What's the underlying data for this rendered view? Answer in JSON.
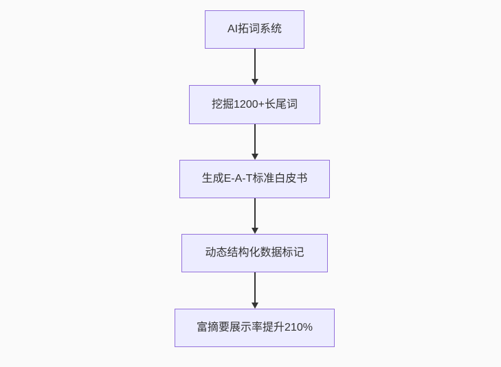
{
  "flowchart": {
    "type": "flowchart-top-down",
    "nodes": [
      {
        "label": "AI拓词系统"
      },
      {
        "label": "挖掘1200+长尾词"
      },
      {
        "label": "生成E-A-T标准白皮书"
      },
      {
        "label": "动态结构化数据标记"
      },
      {
        "label": "富摘要展示率提升210%"
      }
    ],
    "edges": [
      {
        "from": "AI拓词系统",
        "to": "挖掘1200+长尾词"
      },
      {
        "from": "挖掘1200+长尾词",
        "to": "生成E-A-T标准白皮书"
      },
      {
        "from": "生成E-A-T标准白皮书",
        "to": "动态结构化数据标记"
      },
      {
        "from": "动态结构化数据标记",
        "to": "富摘要展示率提升210%"
      }
    ],
    "colors": {
      "node_fill": "#ececff",
      "node_border": "#9370db",
      "node_text": "#333333",
      "edge": "#333333",
      "background": "#fafafa"
    }
  }
}
